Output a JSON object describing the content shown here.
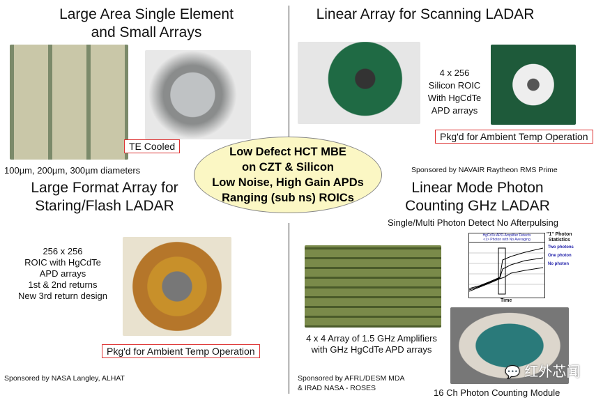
{
  "quadrants": {
    "top_left": {
      "title_line1": "Large Area Single Element",
      "title_line2": "and Small Arrays",
      "label_box": "TE Cooled",
      "caption": "100µm, 200µm, 300µm diameters"
    },
    "top_right": {
      "title": "Linear Array for Scanning LADAR",
      "desc": [
        "4 x 256",
        "Silicon ROIC",
        "With HgCdTe",
        "APD arrays"
      ],
      "label_box": "Pkg'd for Ambient Temp Operation",
      "sponsor": "Sponsored by NAVAIR Raytheon RMS Prime"
    },
    "bottom_left": {
      "title_line1": "Large Format Array for",
      "title_line2": "Staring/Flash LADAR",
      "desc": [
        "256 x 256",
        "ROIC with HgCdTe",
        "APD arrays",
        "1st & 2nd returns",
        "New 3rd return design"
      ],
      "label_box": "Pkg'd for Ambient Temp Operation",
      "sponsor": "Sponsored by NASA Langley, ALHAT"
    },
    "bottom_right": {
      "title_line1": "Linear Mode Photon",
      "title_line2": "Counting GHz LADAR",
      "subtitle": "Single/Multi Photon Detect No Afterpulsing",
      "amp_caption1": "4 x 4 Array of 1.5 GHz Amplifiers",
      "amp_caption2": "with GHz HgCdTe APD arrays",
      "sponsor1": "Sponsored by AFRL/DESM MDA",
      "sponsor2": "& IRAD NASA - ROSES",
      "module_caption": "16 Ch Photon Counting Module"
    }
  },
  "center_ellipse": [
    "Low Defect HCT MBE",
    "on CZT & Silicon",
    "Low Noise, High Gain APDs",
    "Ranging (sub ns) ROICs"
  ],
  "chart": {
    "title1": "HgCdTe APD-Amplifier Detects",
    "title2": "<1> Photon with No Averaging",
    "stats_label1": "\"1\" Photon",
    "stats_label2": "Statistics",
    "labels": [
      "Two photons",
      "One photon",
      "No photon"
    ],
    "xlabel": "Time"
  },
  "watermark": "红外芯闻"
}
